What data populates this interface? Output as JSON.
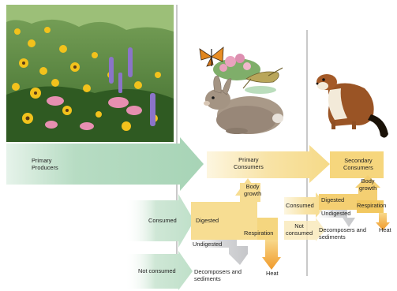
{
  "labels": {
    "primary_producers": "Primary\nProducers",
    "primary_consumers": "Primary\nConsumers",
    "secondary_consumers": "Secondary\nConsumers",
    "consumed_1": "Consumed",
    "not_consumed_1": "Not consumed",
    "digested_1": "Digested",
    "undigested_1": "Undigested",
    "body_growth_1": "Body\ngrowth",
    "respiration_1": "Respiration",
    "decomposers_1": "Decomposers and\nsediments",
    "heat_1": "Heat",
    "consumed_2": "Consumed",
    "not_consumed_2": "Not\nconsumed",
    "digested_2": "Digested",
    "undigested_2": "Undigested",
    "body_growth_2": "Body\ngrowth",
    "respiration_2": "Respiration",
    "decomposers_2": "Decomposers and\nsediments",
    "heat_2": "Heat"
  },
  "colors": {
    "producer_green": "#b9dcc5",
    "consumer_yellow": "#f7dd92",
    "secondary_yellow": "#f4cf72",
    "undigested_gray": "#c9cacd",
    "heat_orange": "#f2a93b",
    "divider": "#9a9a9a"
  }
}
